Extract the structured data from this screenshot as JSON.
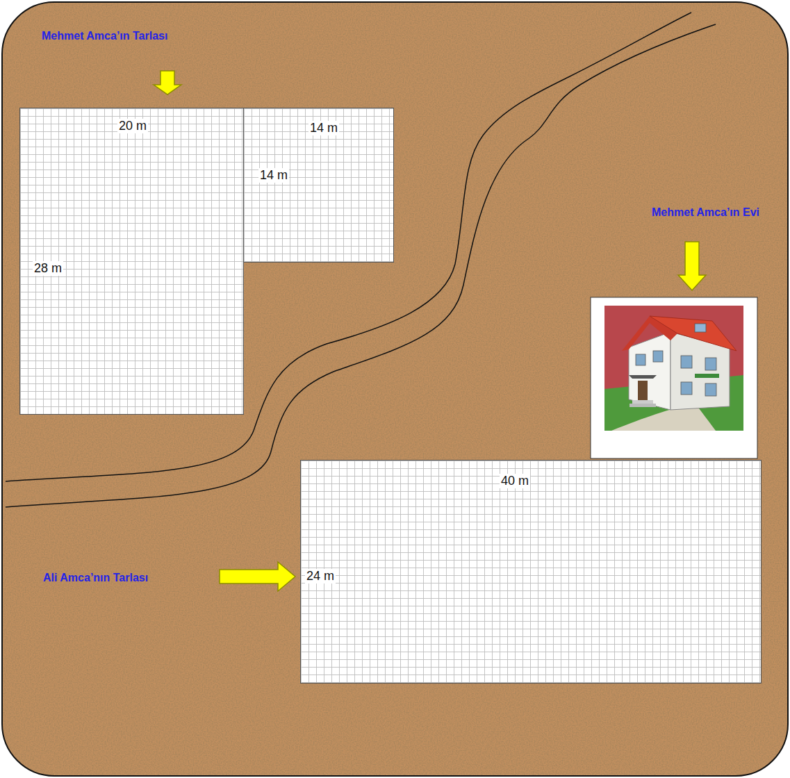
{
  "diagram": {
    "nodes": [
      {
        "text": [
          "20 m",
          "28 m"
        ]
      },
      {
        "text": [
          "14 m",
          "14 m"
        ]
      },
      {
        "text": [
          "40 m",
          "24 m"
        ]
      }
    ],
    "labels": [
      "Mehmet Amca’ın Tarlası",
      "Mehmet Amca’ın Evi",
      "Ali Amca’nın Tarlası"
    ]
  }
}
